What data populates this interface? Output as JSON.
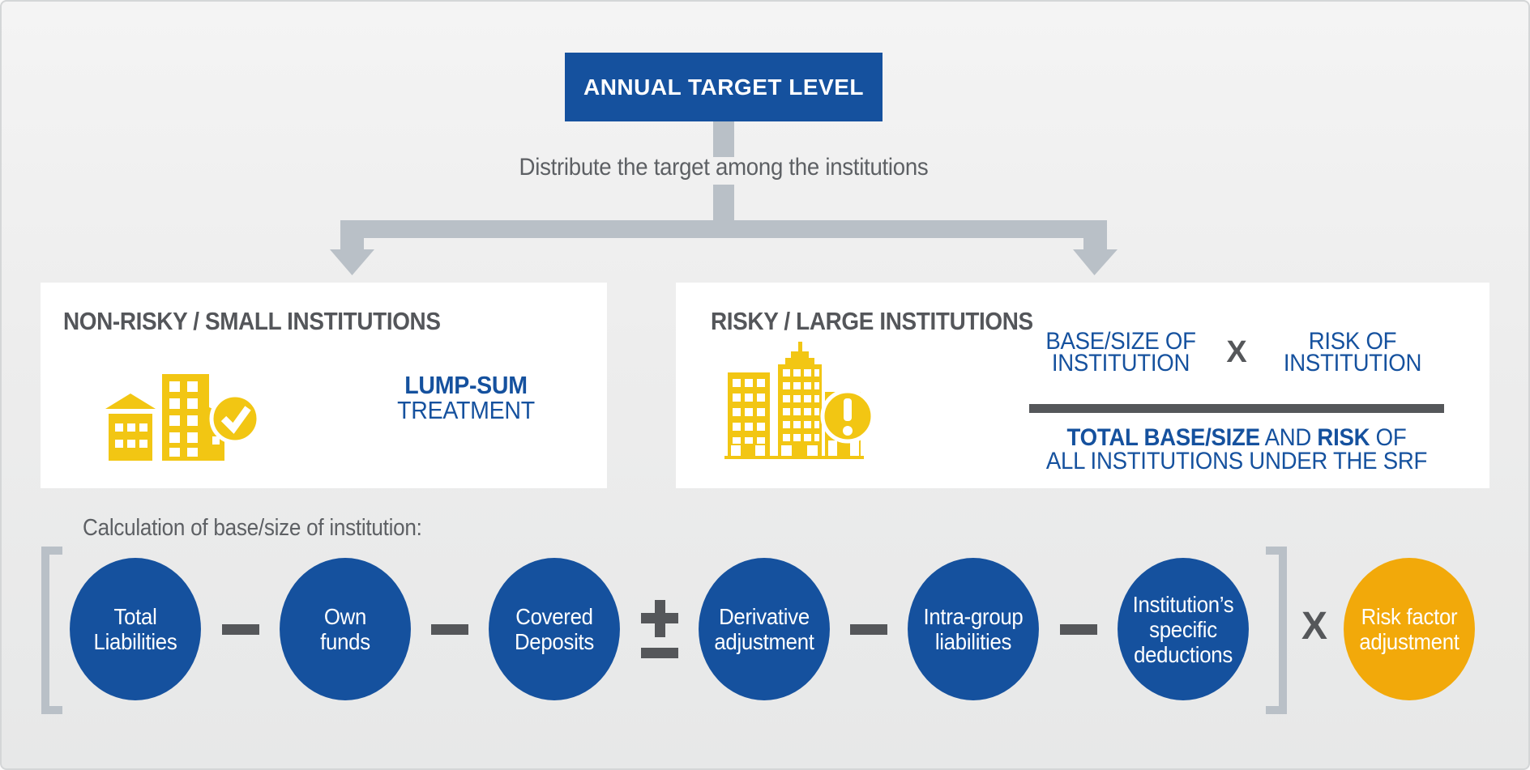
{
  "palette": {
    "blue": "#15519E",
    "yellow": "#F2C613",
    "orange": "#F2A90A",
    "connector_gray": "#B9C0C7",
    "dark_gray": "#55575A",
    "panel_white": "#FFFFFF",
    "background": "#EDEDED"
  },
  "title": {
    "label": "ANNUAL TARGET LEVEL"
  },
  "flow": {
    "distribute_label": "Distribute the target among the institutions"
  },
  "left_panel": {
    "heading": "NON-RISKY / SMALL INSTITUTIONS",
    "icon": "small-institutions-check-icon",
    "lump_sum": {
      "line1": "LUMP-SUM",
      "line2": "TREATMENT"
    }
  },
  "right_panel": {
    "heading": "RISKY / LARGE INSTITUTIONS",
    "icon": "large-institutions-alert-icon",
    "formula": {
      "numerator_left": {
        "line1": "BASE/SIZE OF",
        "line2": "INSTITUTION"
      },
      "multiply": "X",
      "numerator_right": {
        "line1": "RISK OF",
        "line2": "INSTITUTION"
      },
      "denominator_line1": {
        "seg1": "TOTAL BASE/SIZE",
        "seg2": " AND ",
        "seg3": "RISK",
        "seg4": " OF"
      },
      "denominator_line2": "ALL INSTITUTIONS UNDER THE SRF"
    }
  },
  "calculation": {
    "label": "Calculation of base/size of institution:",
    "terms": [
      {
        "lines": [
          "Total",
          "Liabilities"
        ]
      },
      {
        "lines": [
          "Own",
          "funds"
        ]
      },
      {
        "lines": [
          "Covered",
          "Deposits"
        ]
      },
      {
        "lines": [
          "Derivative",
          "adjustment"
        ]
      },
      {
        "lines": [
          "Intra-group",
          "liabilities"
        ]
      },
      {
        "lines": [
          "Institution’s",
          "specific",
          "deductions"
        ]
      }
    ],
    "operators": [
      "minus",
      "minus",
      "plus-minus",
      "minus",
      "minus"
    ],
    "multiply": "X",
    "risk_term": {
      "lines": [
        "Risk factor",
        "adjustment"
      ]
    }
  }
}
